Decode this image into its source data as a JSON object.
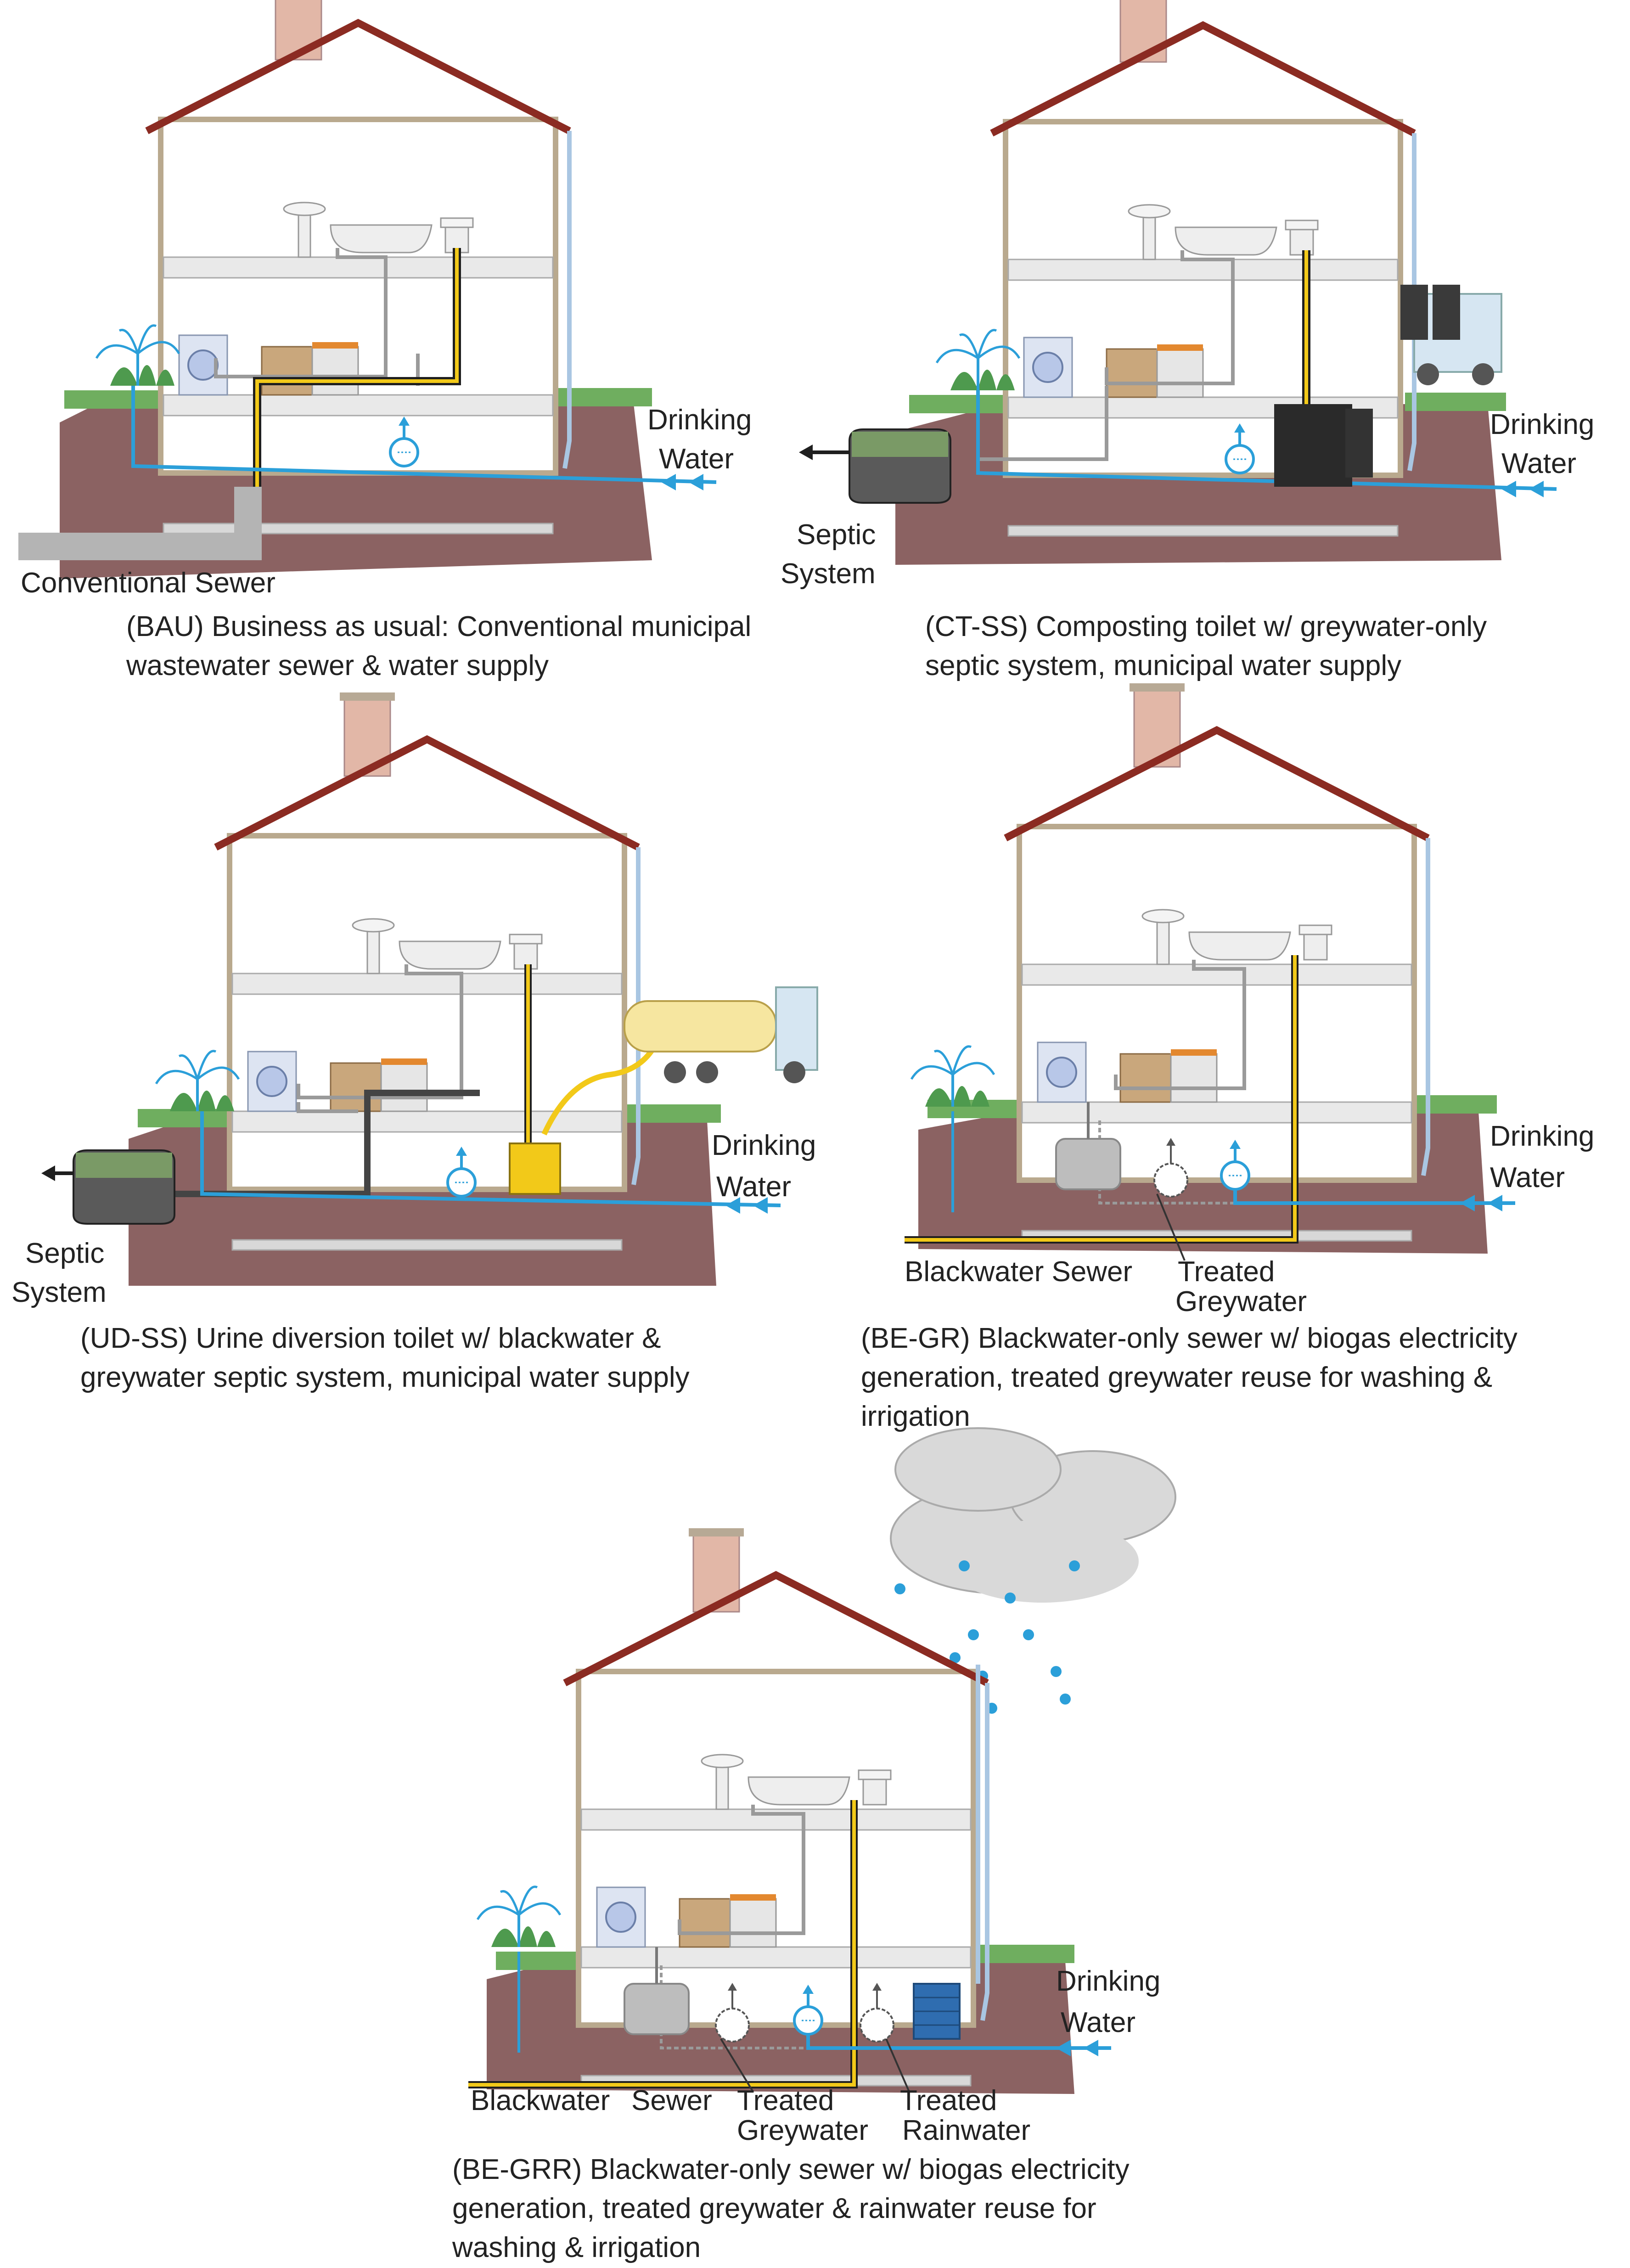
{
  "colors": {
    "roof": "#8b2b22",
    "wall": "#c8b89a",
    "chimney": "#e2b7a7",
    "soil": "#8b6262",
    "grass": "#5aa35a",
    "water": "#2b9fd9",
    "blackwater": "#1f1f1f",
    "yellow": "#f2c919",
    "greywater": "#9a9a9a",
    "slab": "#cfcfcf"
  },
  "panels": [
    {
      "id": "bau",
      "labels": {
        "drinking": [
          "Drinking",
          "Water"
        ],
        "conventional_sewer": "Conventional Sewer"
      },
      "caption": [
        "(BAU) Business as usual: Conventional municipal",
        "wastewater sewer & water supply"
      ]
    },
    {
      "id": "ct-ss",
      "labels": {
        "drinking": [
          "Drinking",
          "Water"
        ],
        "septic": [
          "Septic",
          "System"
        ]
      },
      "caption": [
        "(CT-SS) Composting toilet w/ greywater-only",
        "septic system, municipal water supply"
      ]
    },
    {
      "id": "ud-ss",
      "labels": {
        "drinking": [
          "Drinking",
          "Water"
        ],
        "septic": [
          "Septic",
          "System"
        ]
      },
      "caption": [
        "(UD-SS) Urine diversion toilet w/ blackwater &",
        "greywater septic system, municipal water supply"
      ]
    },
    {
      "id": "be-gr",
      "labels": {
        "drinking": [
          "Drinking",
          "Water"
        ],
        "blackwater_sewer": "Blackwater Sewer",
        "treated_grey": [
          "Treated",
          "Greywater"
        ]
      },
      "caption": [
        "(BE-GR) Blackwater-only sewer w/ biogas electricity",
        "generation, treated greywater reuse for washing &",
        "irrigation"
      ]
    },
    {
      "id": "be-grr",
      "labels": {
        "drinking": [
          "Drinking",
          "Water"
        ],
        "blackwater": "Blackwater",
        "sewer": "Sewer",
        "treated_grey": [
          "Treated",
          "Greywater"
        ],
        "treated_rain": [
          "Treated",
          "Rainwater"
        ]
      },
      "caption": [
        "(BE-GRR) Blackwater-only sewer w/ biogas electricity",
        "generation, treated greywater & rainwater reuse for",
        "washing & irrigation"
      ]
    }
  ]
}
